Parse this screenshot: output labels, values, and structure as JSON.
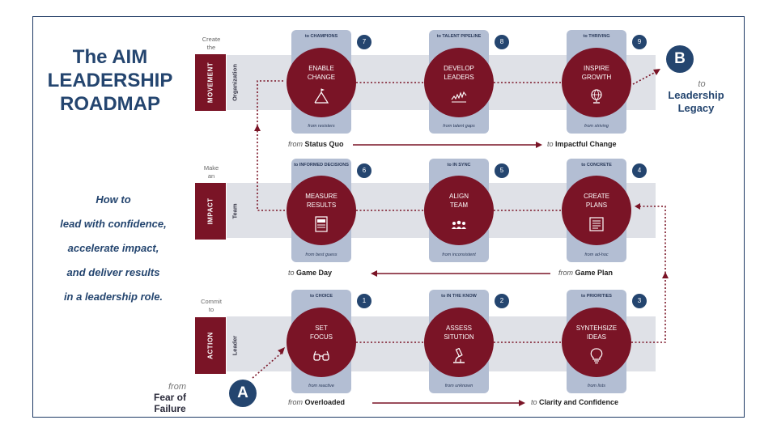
{
  "title": [
    "The AIM",
    "LEADERSHIP",
    "ROADMAP"
  ],
  "tagline": [
    "How to",
    "lead with confidence,",
    "accelerate impact,",
    "and deliver results",
    "in a leadership role."
  ],
  "rows": [
    {
      "verb_line1": "Create",
      "verb_line2": "the",
      "label": "MOVEMENT",
      "sublabel": "Organization"
    },
    {
      "verb_line1": "Make",
      "verb_line2": "an",
      "label": "IMPACT",
      "sublabel": "Team"
    },
    {
      "verb_line1": "Commit",
      "verb_line2": "to",
      "label": "ACTION",
      "sublabel": "Leader"
    }
  ],
  "steps": [
    {
      "num": "7",
      "to": "to CHAMPIONS",
      "title1": "ENABLE",
      "title2": "CHANGE",
      "from": "from resisters",
      "icon": "mountain-icon"
    },
    {
      "num": "8",
      "to": "to TALENT PIPELINE",
      "title1": "DEVELOP",
      "title2": "LEADERS",
      "from": "from talent gaps",
      "icon": "growth-icon"
    },
    {
      "num": "9",
      "to": "to THRIVING",
      "title1": "INSPIRE",
      "title2": "GROWTH",
      "from": "from striving",
      "icon": "globe-icon"
    },
    {
      "num": "6",
      "to": "to INFORMED DECISIONS",
      "title1": "MEASURE",
      "title2": "RESULTS",
      "from": "from best guess",
      "icon": "report-icon"
    },
    {
      "num": "5",
      "to": "to IN SYNC",
      "title1": "ALIGN",
      "title2": "TEAM",
      "from": "from inconsistent",
      "icon": "team-icon"
    },
    {
      "num": "4",
      "to": "to CONCRETE",
      "title1": "CREATE",
      "title2": "PLANS",
      "from": "from ad-hoc",
      "icon": "plan-icon"
    },
    {
      "num": "1",
      "to": "to CHOICE",
      "title1": "SET",
      "title2": "FOCUS",
      "from": "from reactive",
      "icon": "glasses-icon"
    },
    {
      "num": "2",
      "to": "to IN THE KNOW",
      "title1": "ASSESS",
      "title2": "SITUTION",
      "from": "from unknown",
      "icon": "microscope-icon"
    },
    {
      "num": "3",
      "to": "to PRIORITIES",
      "title1": "SYNTEHSIZE",
      "title2": "IDEAS",
      "from": "from lists",
      "icon": "bulb-icon"
    }
  ],
  "transitions": {
    "movement_from": "from",
    "movement_from_value": "Status Quo",
    "movement_to": "to",
    "movement_to_value": "Impactful Change",
    "impact_to": "to",
    "impact_to_value": "Game Day",
    "impact_from": "from",
    "impact_from_value": "Game Plan",
    "action_from": "from",
    "action_from_value": "Overloaded",
    "action_to": "to",
    "action_to_value": "Clarity and Confidence"
  },
  "start": {
    "badge": "A",
    "from": "from",
    "label": "Fear of Failure"
  },
  "end": {
    "badge": "B",
    "to": "to",
    "label1": "Leadership",
    "label2": "Legacy"
  },
  "colors": {
    "maroon": "#7a1426",
    "navy": "#24456f",
    "card": "#b3bed3",
    "band": "#dfe1e7"
  }
}
